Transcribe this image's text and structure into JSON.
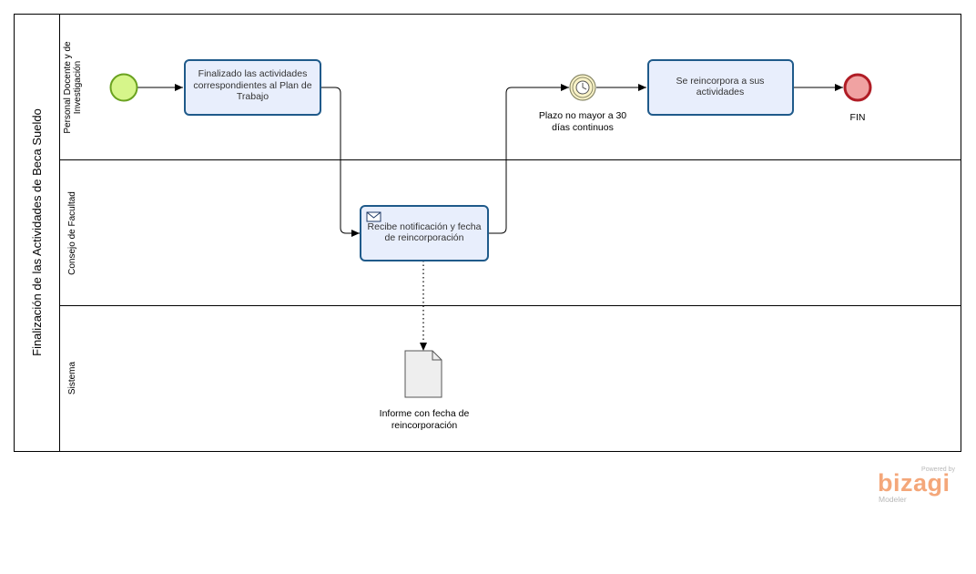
{
  "pool": {
    "title": "Finalización de las Actividades de Beca Sueldo"
  },
  "lanes": [
    {
      "label": "Personal Docente y de Investigación"
    },
    {
      "label": "Consejo de Facultad"
    },
    {
      "label": "Sistema"
    }
  ],
  "tasks": {
    "finalizado": "Finalizado las actividades correspondientes al Plan de Trabajo",
    "recibe": "Recibe notificación y fecha de reincorporación",
    "reincorpora": "Se reincorpora a sus actividades"
  },
  "events": {
    "timer_label": "Plazo no mayor a 30 días continuos",
    "end_label": "FIN"
  },
  "artifacts": {
    "document_label": "Informe con fecha de reincorporación"
  },
  "logo": {
    "powered_by": "Powered by",
    "brand": "bizagi",
    "product": "Modeler"
  },
  "colors": {
    "task_fill": "#e8eefc",
    "task_stroke": "#1f5a8a",
    "start_fill": "#d6f58a",
    "start_stroke": "#6aa220",
    "end_fill": "#f0a2a2",
    "end_stroke": "#b01c25",
    "timer_fill": "#faf3c8",
    "doc_fill": "#eeeeee",
    "logo_orange": "#f4a77a",
    "logo_grey": "#b8b8b8"
  }
}
